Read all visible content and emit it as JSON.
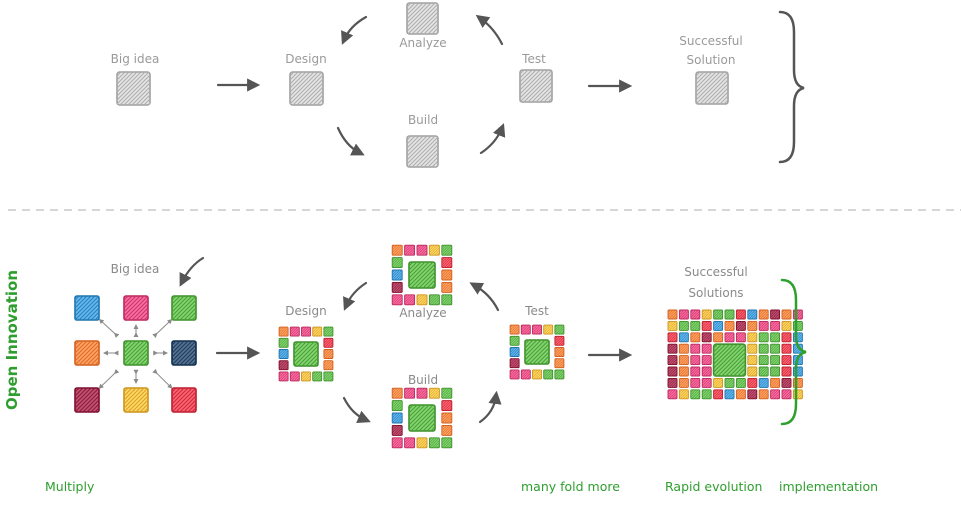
{
  "top": {
    "big_idea": "Big idea",
    "design": "Design",
    "analyze": "Analyze",
    "build": "Build",
    "test": "Test",
    "successful_solution_line1": "Successful",
    "successful_solution_line2": "Solution"
  },
  "bottom": {
    "side_title": "Open Innovation",
    "big_idea": "Big idea",
    "design": "Design",
    "analyze": "Analyze",
    "build": "Build",
    "test": "Test",
    "successful_solutions_line1": "Successful",
    "successful_solutions_line2": "Solutions"
  },
  "captions": {
    "multiply": "Multiply",
    "many_fold_more": "many fold more",
    "rapid_evolution": "Rapid evolution",
    "implementation": "implementation"
  },
  "colors": {
    "gray_box": "#bdbdbd",
    "green": "#5aad47",
    "accent_green": "#2e9e2e",
    "pink": "#d6457a",
    "blue": "#3b90c9",
    "orange": "#ee7b3a",
    "navy": "#2d4a6b",
    "maroon": "#9a2a4a",
    "yellow": "#e8b03a",
    "red": "#d83a4a"
  }
}
